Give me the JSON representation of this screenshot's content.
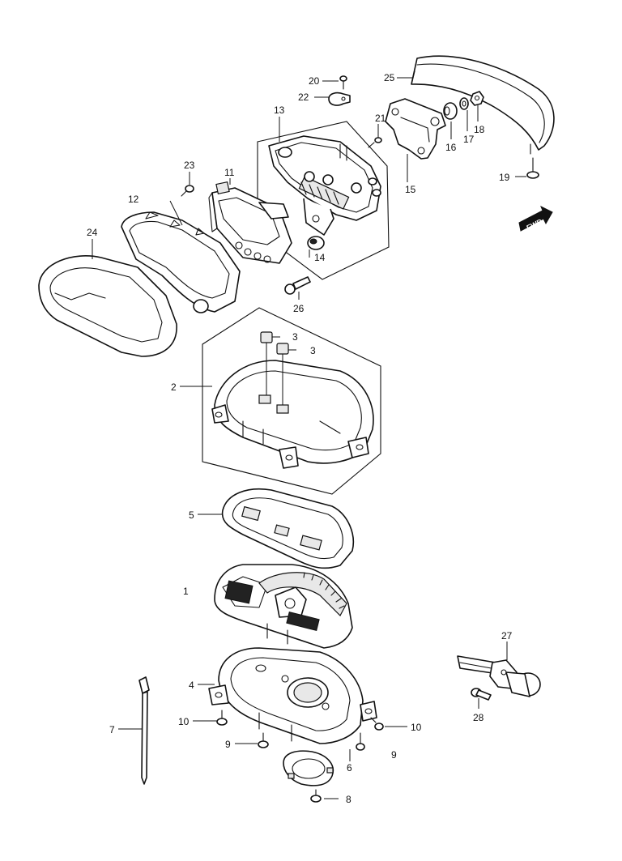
{
  "diagram": {
    "type": "exploded-parts-diagram",
    "direction_label": "FWD",
    "callouts": [
      "1",
      "2",
      "3",
      "3",
      "4",
      "5",
      "6",
      "7",
      "8",
      "9",
      "9",
      "10",
      "10",
      "11",
      "12",
      "13",
      "14",
      "15",
      "16",
      "17",
      "18",
      "19",
      "20",
      "21",
      "22",
      "23",
      "24",
      "25",
      "26",
      "27",
      "28"
    ]
  }
}
